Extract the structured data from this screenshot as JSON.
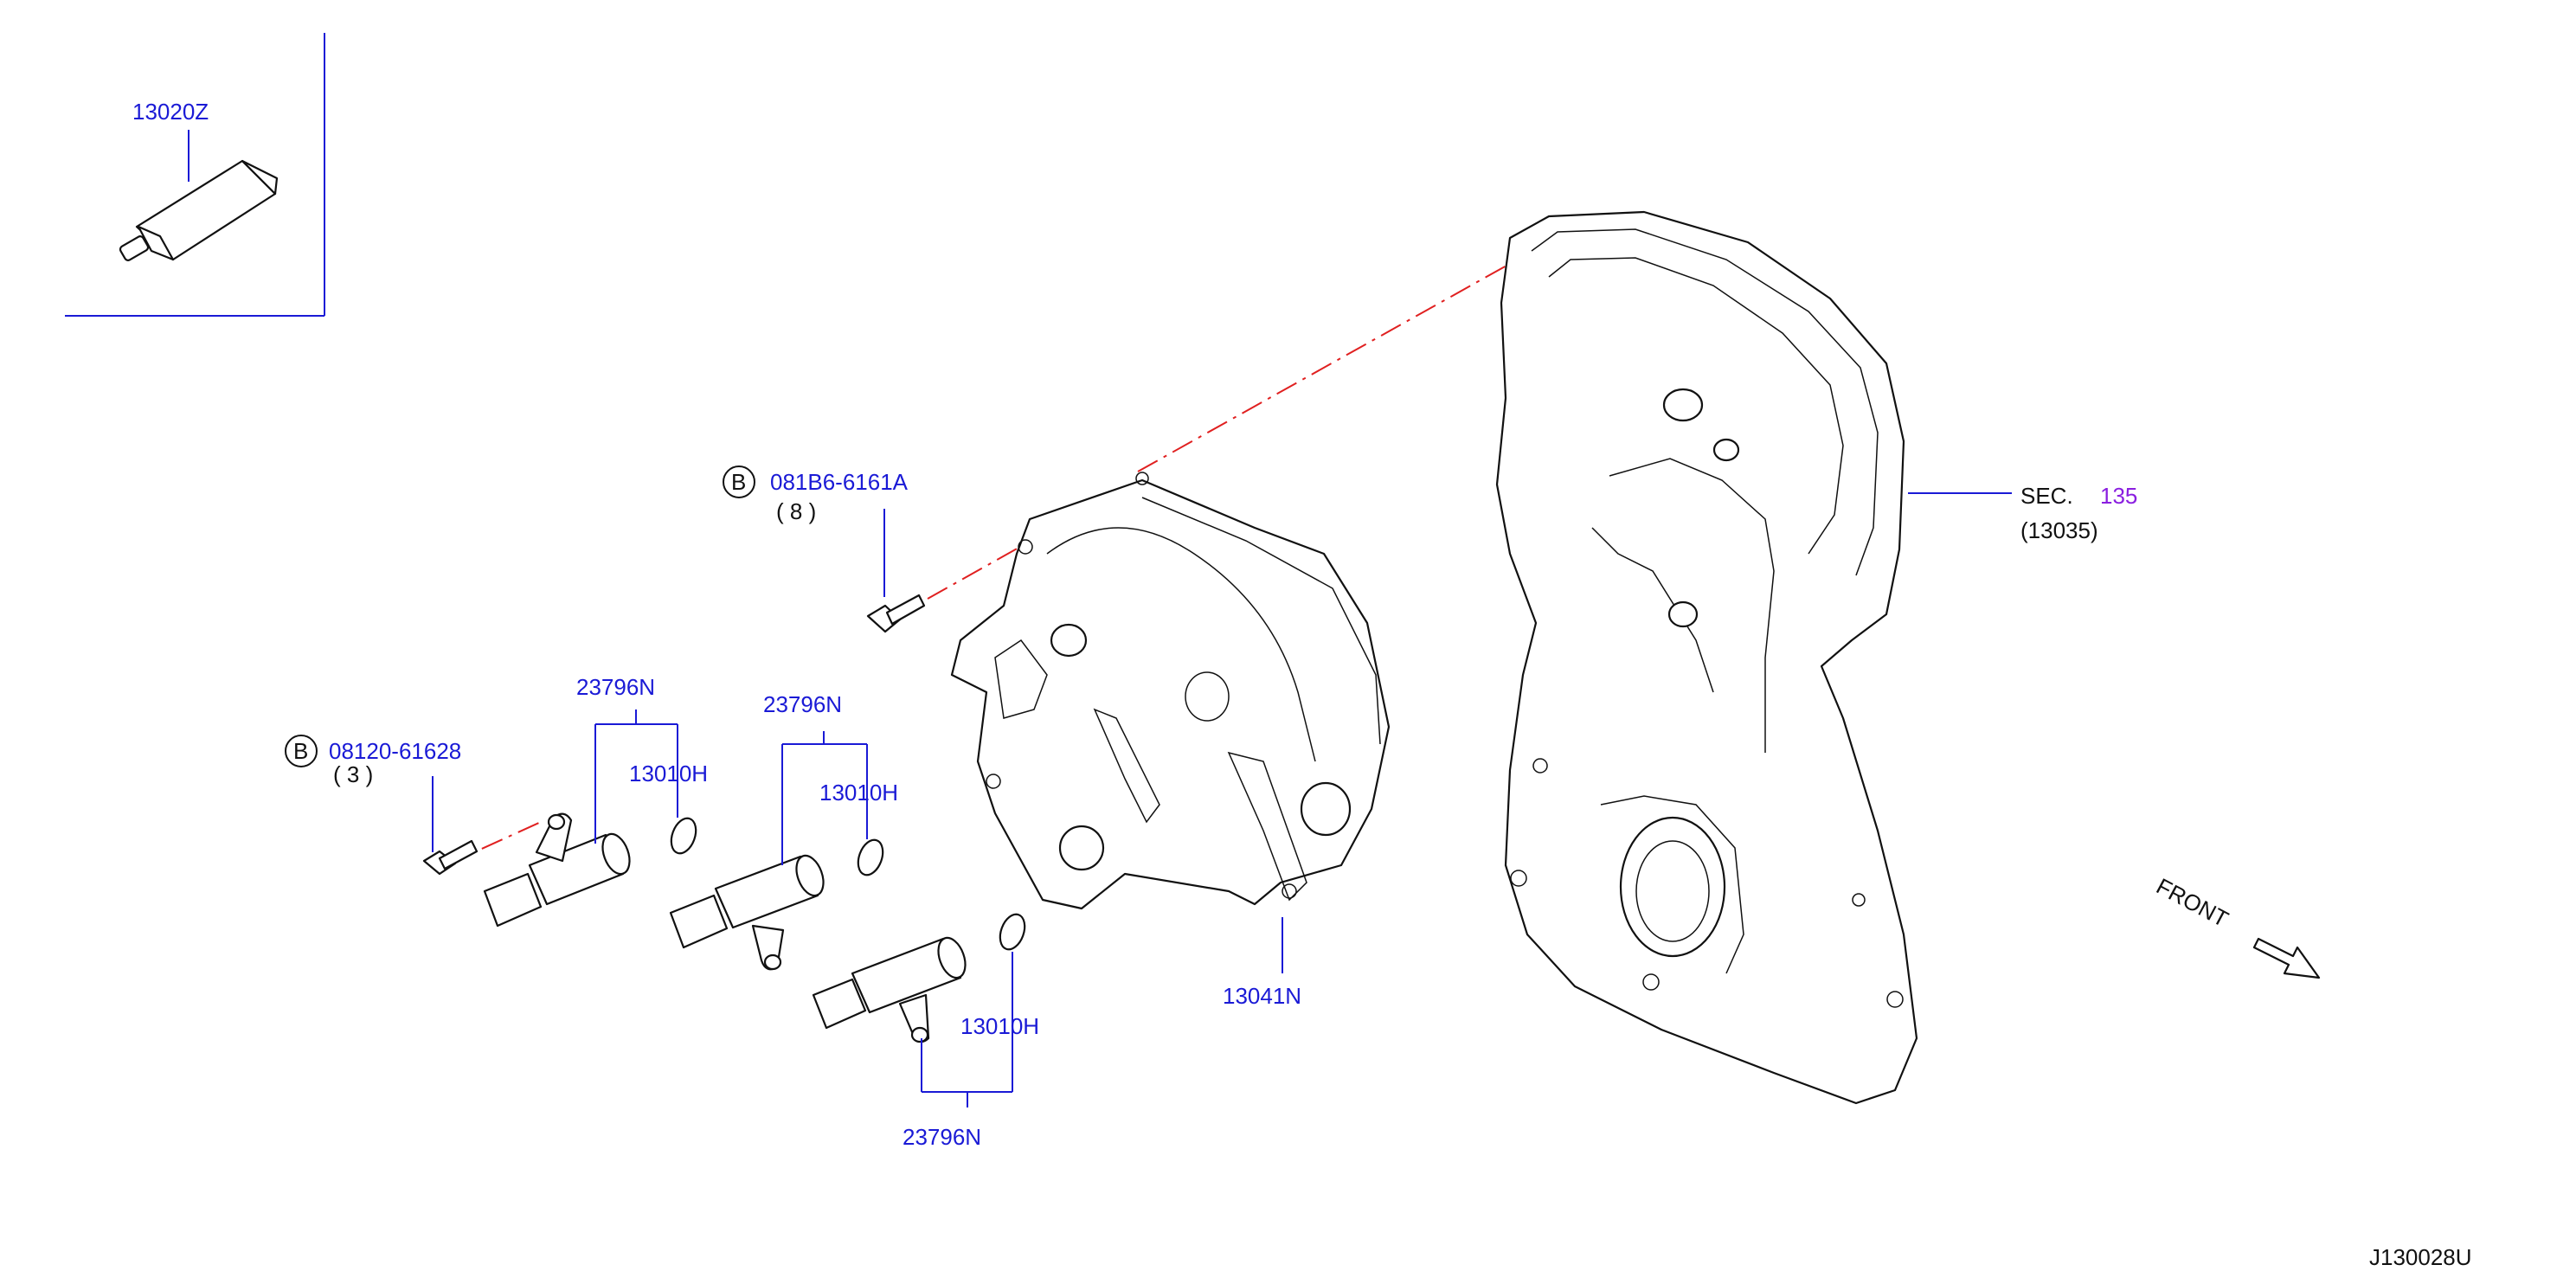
{
  "diagram_id": "J130028U",
  "front_label": "FRONT",
  "parts": {
    "sealant": {
      "number": "13020Z"
    },
    "bolt_upper": {
      "prefix": "B",
      "number": "081B6-6161A",
      "qty": "( 8 )"
    },
    "bolt_lower": {
      "prefix": "B",
      "number": "08120-61628",
      "qty": "( 3 )"
    },
    "valve_1": {
      "number": "23796N"
    },
    "valve_2": {
      "number": "23796N"
    },
    "valve_3": {
      "number": "23796N"
    },
    "oring_1": {
      "number": "13010H"
    },
    "oring_2": {
      "number": "13010H"
    },
    "oring_3": {
      "number": "13010H"
    },
    "cover": {
      "number": "13041N"
    },
    "section_ref": {
      "prefix": "SEC.",
      "number": "135",
      "sub": "(13035)"
    }
  },
  "colors": {
    "label": "#1a1ad6",
    "section_link": "#8a1ee0",
    "center_line": "#e02020",
    "line": "#111111"
  }
}
